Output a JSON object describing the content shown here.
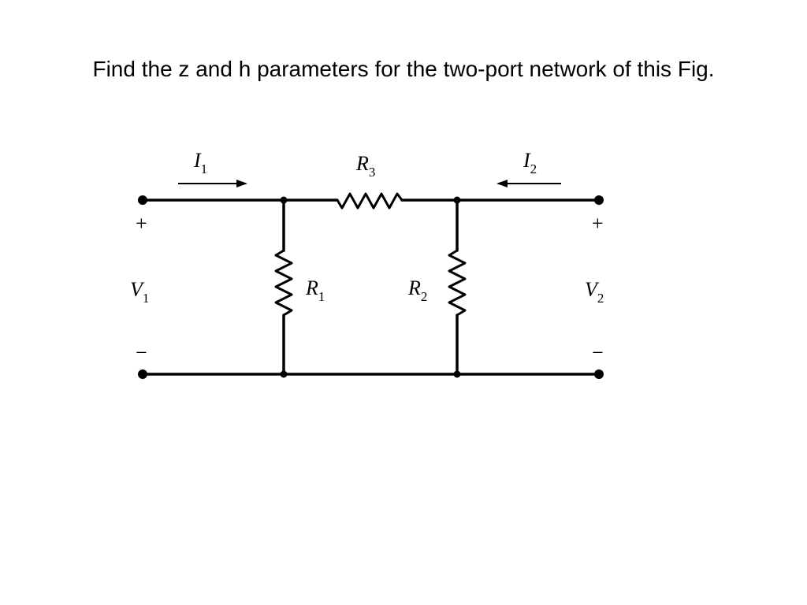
{
  "title": "Find the z and h parameters for the two-port network of this Fig.",
  "circuit": {
    "current_in": {
      "sym": "I",
      "sub": "1"
    },
    "current_out": {
      "sym": "I",
      "sub": "2"
    },
    "r_series": {
      "sym": "R",
      "sub": "3"
    },
    "r_shunt_left": {
      "sym": "R",
      "sub": "1"
    },
    "r_shunt_right": {
      "sym": "R",
      "sub": "2"
    },
    "port1_voltage": {
      "sym": "V",
      "sub": "1"
    },
    "port2_voltage": {
      "sym": "V",
      "sub": "2"
    },
    "port1_plus": "+",
    "port1_minus": "−",
    "port2_plus": "+",
    "port2_minus": "−"
  }
}
